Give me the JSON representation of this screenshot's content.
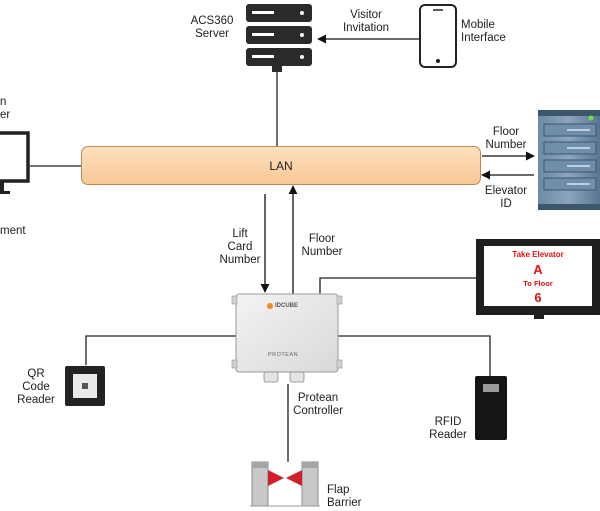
{
  "server": {
    "label": [
      "ACS360",
      "Server"
    ]
  },
  "visitor_invitation": {
    "label": [
      "Visitor",
      "Invitation"
    ]
  },
  "mobile": {
    "label": [
      "Mobile",
      "Interface"
    ]
  },
  "management": {
    "label": [
      "n",
      "er",
      "ment"
    ]
  },
  "lan": {
    "label": "LAN"
  },
  "floor_number_right": {
    "label": [
      "Floor",
      "Number"
    ]
  },
  "elevator_id": {
    "label": [
      "Elevator",
      "ID"
    ]
  },
  "lift_card": {
    "label": [
      "Lift",
      "Card",
      "Number"
    ]
  },
  "floor_number_mid": {
    "label": [
      "Floor",
      "Number"
    ]
  },
  "display": {
    "line1": "Take Elevator",
    "line2": "A",
    "line3": "To Floor",
    "line4": "6"
  },
  "controller": {
    "brand": "IDCUBE",
    "model": "PROTEAN",
    "label": [
      "Protean",
      "Controller"
    ]
  },
  "qr_reader": {
    "label": [
      "QR",
      "Code",
      "Reader"
    ]
  },
  "rfid_reader": {
    "label": [
      "RFID",
      "Reader"
    ]
  },
  "flap_barrier": {
    "label": [
      "Flap",
      "Barrier"
    ]
  },
  "colors": {
    "lan_fill": "#f9d0a4",
    "lan_border": "#b88a5a",
    "display_text": "#e01212",
    "server_rack": "#2a2a2a",
    "elevator_server": "#4f6a82"
  }
}
